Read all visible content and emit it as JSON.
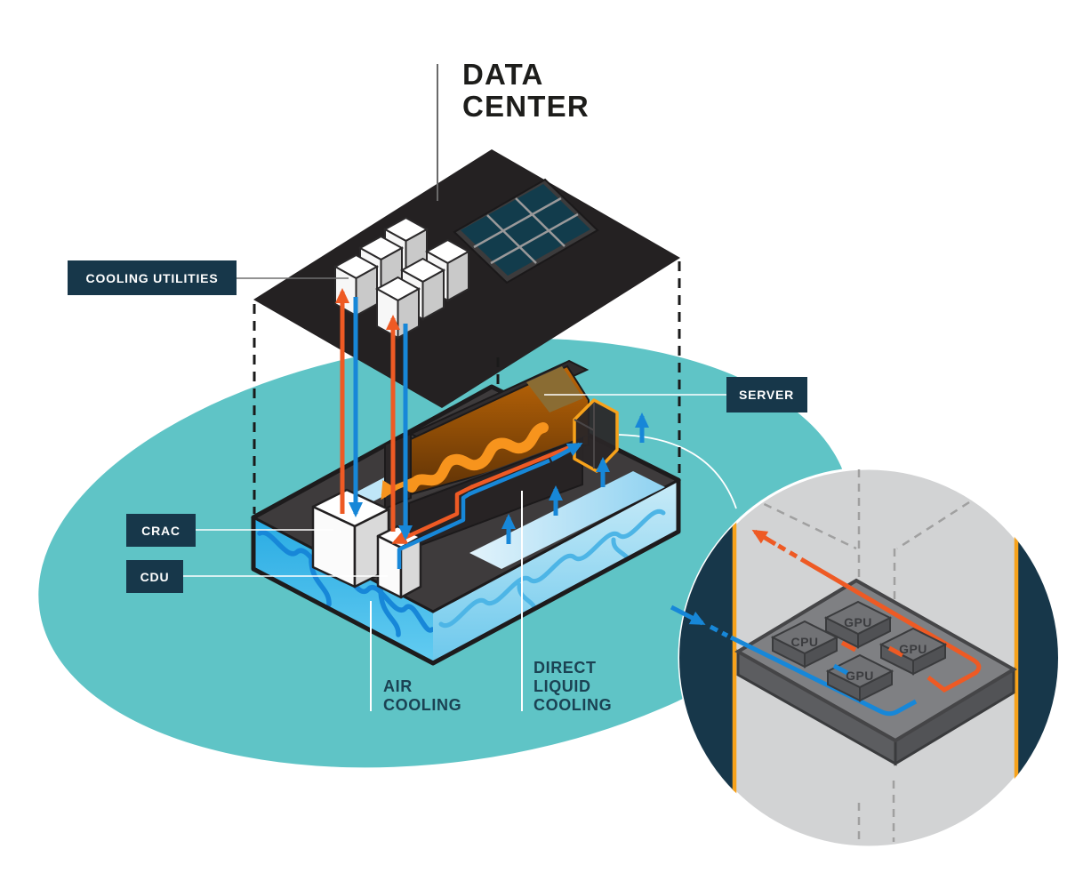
{
  "diagram_title": {
    "lines": [
      "DATA",
      "CENTER"
    ]
  },
  "callouts": {
    "cooling_utilities": {
      "label": "COOLING UTILITIES"
    },
    "server": {
      "label": "SERVER"
    },
    "crac": {
      "label": "CRAC"
    },
    "cdu": {
      "label": "CDU"
    },
    "air_cooling": {
      "lines": [
        "AIR",
        "COOLING"
      ]
    },
    "direct_liquid_cooling": {
      "lines": [
        "DIRECT",
        "LIQUID",
        "COOLING"
      ]
    }
  },
  "inset": {
    "chips": [
      {
        "label": "GPU"
      },
      {
        "label": "CPU"
      },
      {
        "label": "GPU"
      },
      {
        "label": "GPU"
      }
    ]
  },
  "colors": {
    "hot_flow_orange": "#ee5a24",
    "hot_air_amber": "#f7941d",
    "highlight_amber": "#f7a21b",
    "cold_flow_blue": "#1787d8",
    "floor_water_cyan": "#2fb4e8",
    "background_ellipse_teal": "#5fc4c6",
    "label_box_navy": "#17374a",
    "structure_dark": "#262324",
    "inset_gray": "#d2d3d4",
    "solar_cell_teal": "#123c4c"
  }
}
